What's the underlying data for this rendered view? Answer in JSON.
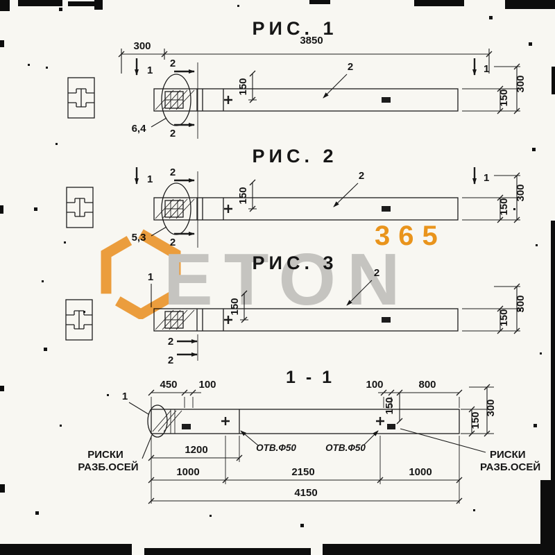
{
  "palette": {
    "ink": "#1c1c1c",
    "paper": "#f8f7f2",
    "orange": "#f0991d",
    "watermark_gray": "#cbcbcb"
  },
  "watermark": {
    "brand": "ETON",
    "number": "365"
  },
  "figures": {
    "fig1": {
      "title": "РИС. 1",
      "dim300": "300",
      "dim3850": "3850",
      "dim150": "150",
      "right150": "150",
      "right300": "300",
      "m1l": "1",
      "m1r": "1",
      "m2t": "2",
      "m2b": "2",
      "part2": "2",
      "detail": "6,4"
    },
    "fig2": {
      "title": "РИС. 2",
      "dim150": "150",
      "right150": "150",
      "right300": "300",
      "m1l": "1",
      "m1r": "1",
      "m2t": "2",
      "m2b": "2",
      "part2": "2",
      "detail": "5,3"
    },
    "fig3": {
      "title": "РИС. 3",
      "dim150": "150",
      "right150": "150",
      "right300": "300",
      "m1": "1",
      "m2a": "2",
      "m2b": "2",
      "part2": "2"
    }
  },
  "section": {
    "title": "1 - 1",
    "d450": "450",
    "d100l": "100",
    "d100r": "100",
    "d800": "800",
    "d150axis": "150",
    "right150": "150",
    "right300": "300",
    "callout1": "1",
    "otv1": "ОТВ.Ф50",
    "otv2": "ОТВ.Ф50",
    "riskiL1": "РИСКИ",
    "riskiL2": "РАЗБ.ОСЕЙ",
    "riskiR1": "РИСКИ",
    "riskiR2": "РАЗБ.ОСЕЙ",
    "d1200": "1200",
    "d1000l": "1000",
    "d2150": "2150",
    "d1000r": "1000",
    "d4150": "4150"
  }
}
